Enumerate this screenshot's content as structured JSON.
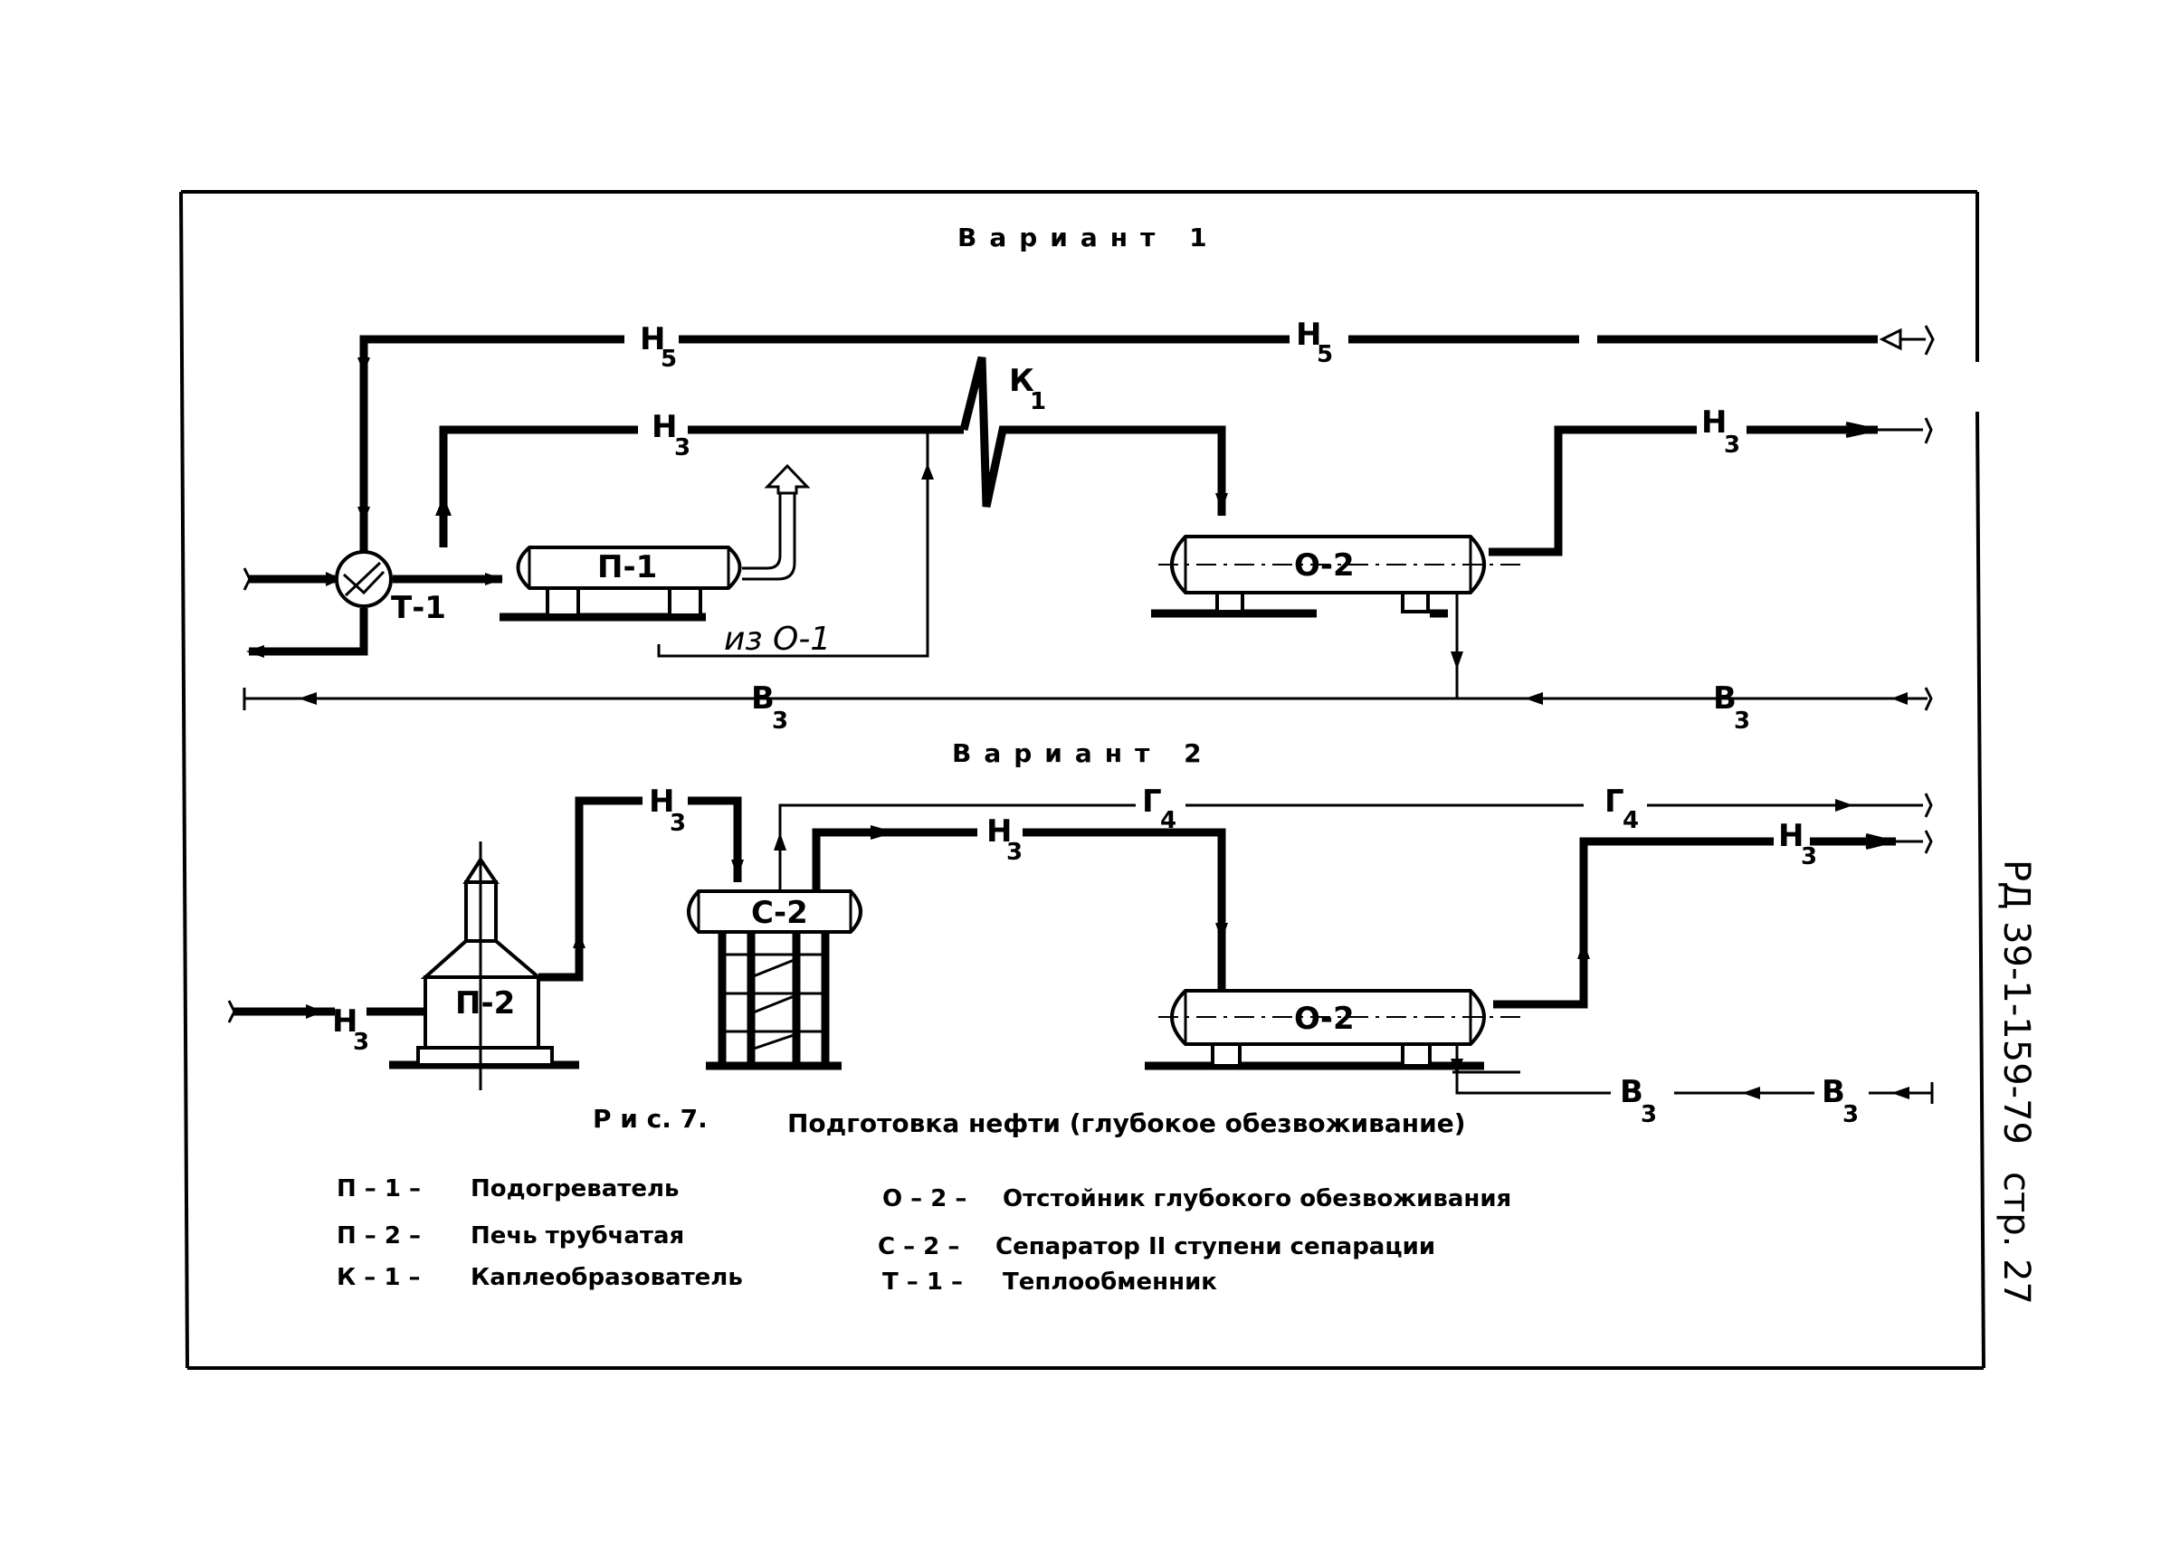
{
  "stamp": {
    "doc_number": "РД 39-1-159-79",
    "page_label": "стр. 27"
  },
  "variant1": {
    "title": "Вариант 1",
    "streams": {
      "n5": "Н",
      "n5_sub": "5",
      "n3": "Н",
      "n3_sub": "3",
      "v3": "В",
      "v3_sub": "3"
    },
    "k1_label": "К",
    "k1_sub": "1",
    "t1_label": "Т-1",
    "p1_label": "П-1",
    "o2_label": "О-2",
    "from_o1": "из О-1"
  },
  "variant2": {
    "title": "Вариант 2",
    "streams": {
      "n3": "Н",
      "n3_sub": "3",
      "g4": "Г",
      "g4_sub": "4",
      "v3": "В",
      "v3_sub": "3"
    },
    "p2_label": "П-2",
    "c2_label": "С-2",
    "o2_label": "О-2"
  },
  "caption": {
    "fig": "Р и с. 7.",
    "text": "Подготовка нефти (глубокое обезвоживание)"
  },
  "legend": {
    "left": [
      {
        "code": "П  – 1 –",
        "desc": "Подогреватель"
      },
      {
        "code": "П  – 2 –",
        "desc": "Печь трубчатая"
      },
      {
        "code": "К  – 1 –",
        "desc": "Каплеобразователь"
      }
    ],
    "right": [
      {
        "code": "О – 2 –",
        "desc": "Отстойник глубокого обезвоживания"
      },
      {
        "code": "С – 2 –",
        "desc": "Сепаратор II ступени сепарации"
      },
      {
        "code": "Т – 1 –",
        "desc": "Теплообменник"
      }
    ]
  }
}
